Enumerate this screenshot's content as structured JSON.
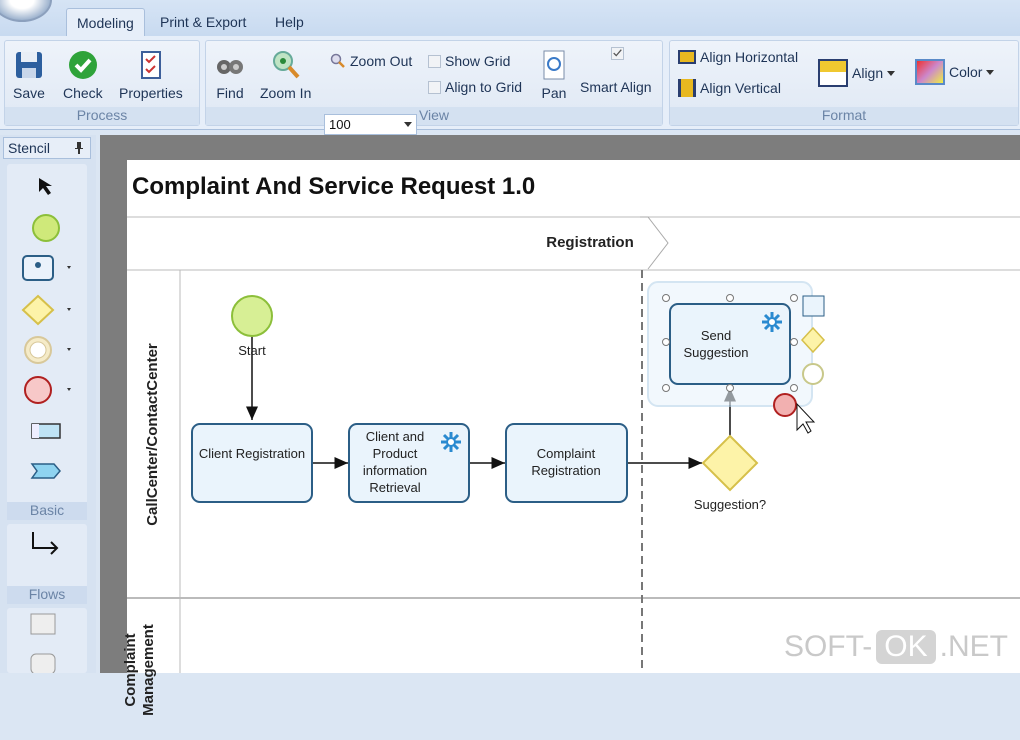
{
  "tabs": [
    "Modeling",
    "Print & Export",
    "Help"
  ],
  "ribbon": {
    "process": {
      "label": "Process",
      "save": "Save",
      "check": "Check",
      "properties": "Properties"
    },
    "view": {
      "label": "View",
      "find": "Find",
      "zoom_in": "Zoom In",
      "zoom_out": "Zoom Out",
      "zoom_value": "100",
      "show_grid": "Show Grid",
      "align_to_grid": "Align to Grid",
      "pan": "Pan",
      "smart_align": "Smart Align",
      "show_grid_checked": false,
      "align_to_grid_checked": false,
      "smart_align_checked": true
    },
    "format": {
      "label": "Format",
      "align_horizontal": "Align Horizontal",
      "align_vertical": "Align Vertical",
      "align": "Align",
      "color": "Color"
    }
  },
  "stencil": {
    "title": "Stencil",
    "groups": [
      "Basic",
      "Flows"
    ]
  },
  "diagram": {
    "title": "Complaint And Service Request 1.0",
    "phase": "Registration",
    "lanes": [
      "CallCenter/ContactCenter",
      "Complaint Management"
    ],
    "nodes": {
      "start": "Start",
      "client_registration": "Client Registration",
      "client_info": "Client and Product information Retrieval",
      "complaint_registration": "Complaint Registration",
      "gateway": "Suggestion?",
      "send_suggestion": "Send Suggestion"
    }
  },
  "watermark": {
    "a": "SOFT-",
    "b": "OK",
    ".net": ".NET"
  }
}
